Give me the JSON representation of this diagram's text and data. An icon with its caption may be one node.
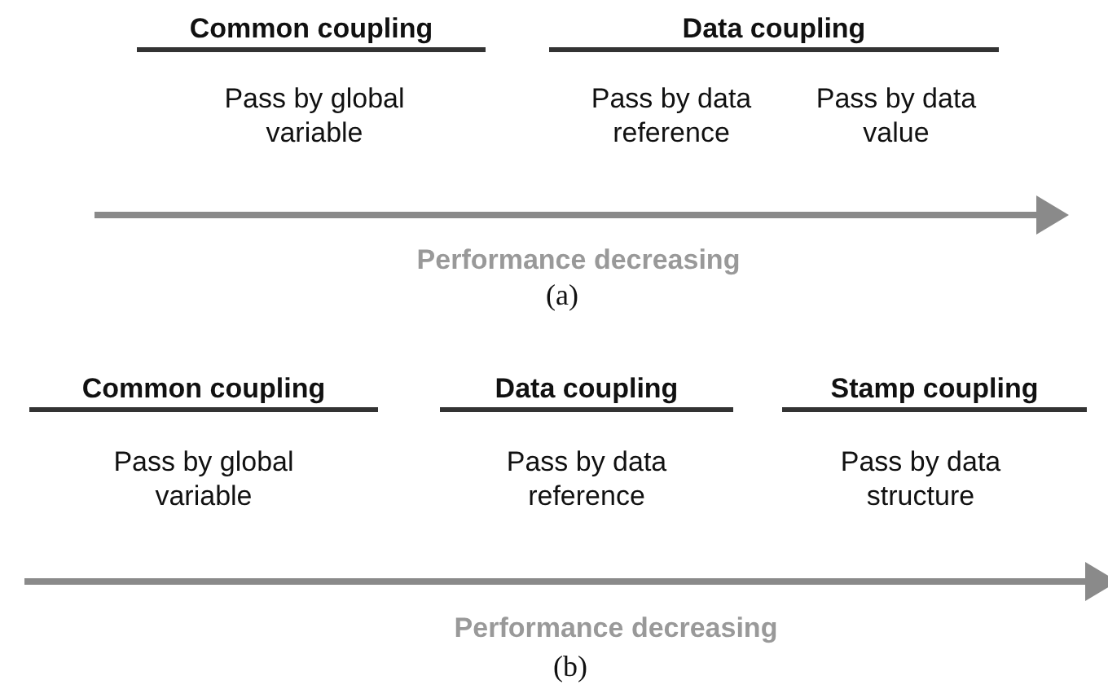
{
  "diagram": {
    "labels": [
      "Common coupling",
      "Data coupling",
      "Pass by global variable",
      "Pass by data reference",
      "Pass by data value",
      "Performance decreasing",
      "(a)",
      "Common coupling",
      "Data coupling",
      "Stamp coupling",
      "Pass by global variable",
      "Pass by data reference",
      "Pass by data structure",
      "Performance decreasing",
      "(b)"
    ]
  }
}
